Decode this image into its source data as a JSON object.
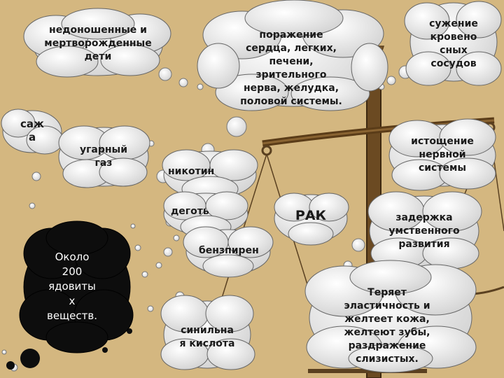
{
  "palette": {
    "background": "#d4b780",
    "cloud": "#e6e6e6",
    "dark_cloud": "#0d0d0d",
    "scale": "#5a4020"
  },
  "clouds": {
    "premature": "недоношенные и\nмертворожденные\nдети",
    "organs": "поражение\nсердца, легких,\nпечени,\nзрительного\nнерва, желудка,\nполовой системы.",
    "vessels": "сужение\nкровено\nсных\nсосудов",
    "soot": "саж\nа",
    "carbon_monoxide": "угарный\nгаз",
    "nicotine": "никотин",
    "exhaustion": "истощение\nнервной\nсистемы",
    "tar": "деготь",
    "cancer": "РАК",
    "delay": "задержка\nумственного\nразвития",
    "poisons": "Около\n200\nядовиты\nх\nвеществ.",
    "benzpyrene": "бензпирен",
    "elasticity": "Теряет\nэластичность и\nжелтеет кожа,\nжелтеют зубы,\nраздражение\nслизистых.",
    "hcn": "синильна\nя кислота"
  }
}
